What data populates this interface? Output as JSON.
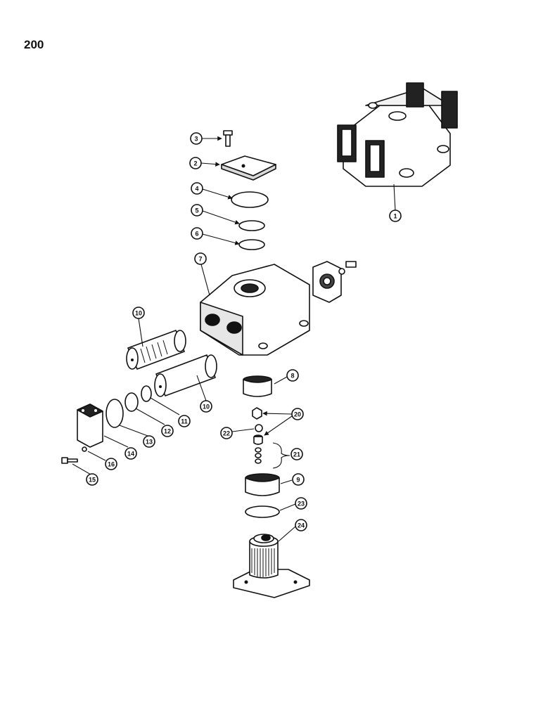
{
  "page_number": "200",
  "callouts": [
    "1",
    "2",
    "3",
    "4",
    "5",
    "6",
    "7",
    "8",
    "9",
    "10",
    "10",
    "11",
    "12",
    "13",
    "14",
    "15",
    "16",
    "20",
    "21",
    "22",
    "23",
    "24"
  ]
}
